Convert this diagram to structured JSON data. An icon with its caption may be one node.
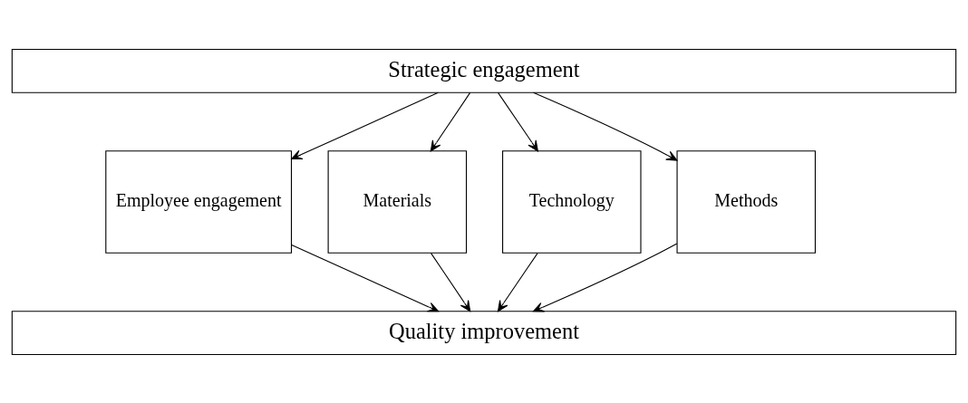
{
  "diagram": {
    "nodes": [
      {
        "text": [
          "Strategic engagement"
        ]
      },
      {
        "text": [
          "Employee engagement"
        ]
      },
      {
        "text": [
          "Materials"
        ]
      },
      {
        "text": [
          "Technology"
        ]
      },
      {
        "text": [
          "Methods"
        ]
      },
      {
        "text": [
          "Quality improvement"
        ]
      }
    ],
    "edges": [
      {
        "from": 0,
        "to": 1,
        "arrow": "to"
      },
      {
        "from": 0,
        "to": 2,
        "arrow": "to"
      },
      {
        "from": 0,
        "to": 3,
        "arrow": "to"
      },
      {
        "from": 0,
        "to": 4,
        "arrow": "to"
      },
      {
        "from": 1,
        "to": 5,
        "arrow": "to"
      },
      {
        "from": 2,
        "to": 5,
        "arrow": "to"
      },
      {
        "from": 3,
        "to": 5,
        "arrow": "to"
      },
      {
        "from": 4,
        "to": 5,
        "arrow": "to"
      }
    ]
  }
}
